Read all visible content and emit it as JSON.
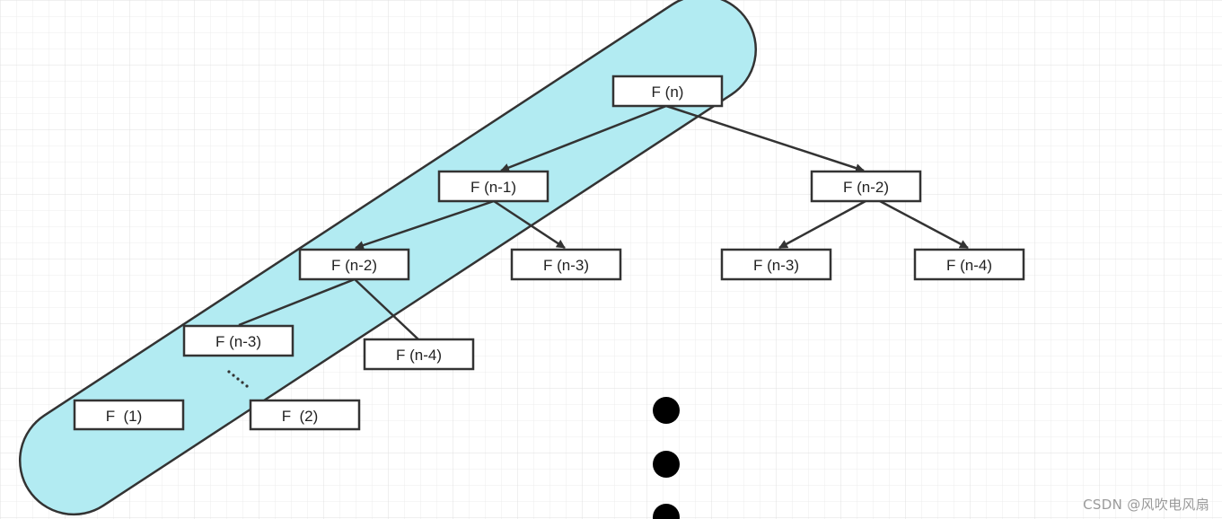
{
  "nodes": {
    "fn": "F (n)",
    "fn1": "F (n-1)",
    "fn2_right": "F (n-2)",
    "fn2_left": "F (n-2)",
    "fn3_mid": "F (n-3)",
    "fn3_right": "F (n-3)",
    "fn4_right": "F (n-4)",
    "fn3_left": "F (n-3)",
    "fn4_left": "F (n-4)",
    "f1": "F  (1)",
    "f2": "F  (2)"
  },
  "ellipsis": "⋮",
  "watermark": "CSDN @风吹电风扇",
  "colors": {
    "highlight_fill": "#b2ebf2",
    "stroke": "#333333",
    "grid": "#e6e6e6",
    "dot": "#000000"
  }
}
